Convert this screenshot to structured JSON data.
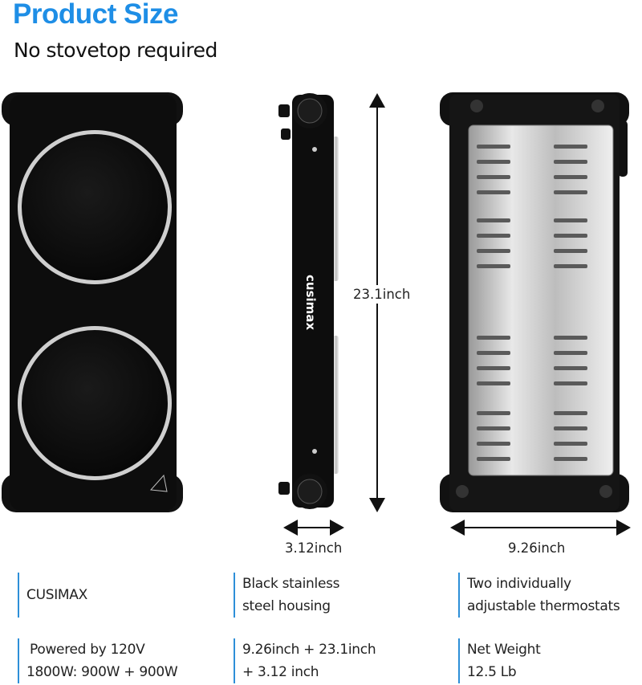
{
  "header": {
    "title": "Product Size",
    "subtitle": "No stovetop required"
  },
  "product": {
    "brand_mark": "cusimax"
  },
  "dimensions": {
    "height": "23.1inch",
    "depth": "3.12inch",
    "width": "9.26inch"
  },
  "specs": [
    {
      "lines": [
        "CUSIMAX"
      ]
    },
    {
      "lines": [
        "Black stainless",
        "steel housing"
      ]
    },
    {
      "lines": [
        "Two individually",
        "adjustable thermostats"
      ]
    },
    {
      "lines": [
        "Powered by 120V",
        "1800W: 900W + 900W"
      ]
    },
    {
      "lines": [
        "9.26inch + 23.1inch",
        "+ 3.12 inch"
      ]
    },
    {
      "lines": [
        "Net Weight",
        "12.5 Lb"
      ]
    }
  ],
  "colors": {
    "accent": "#1e8ee6",
    "spec_bar": "#2d8fd8",
    "body": "#0c0c0c"
  }
}
